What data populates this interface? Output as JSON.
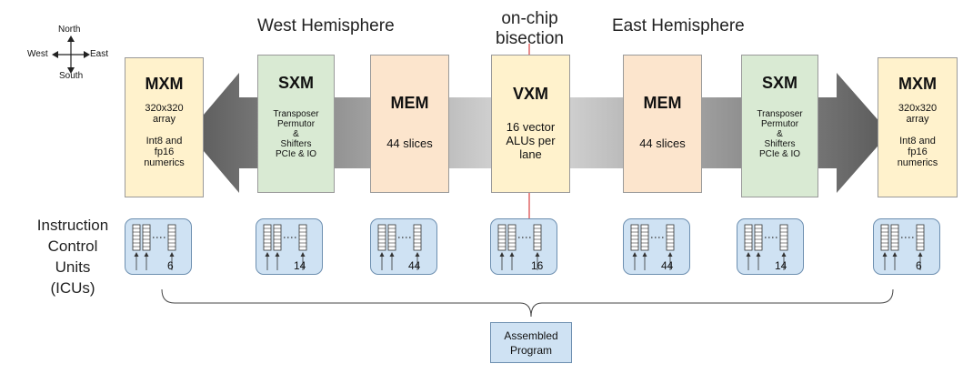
{
  "compass": {
    "north": "North",
    "south": "South",
    "west": "West",
    "east": "East"
  },
  "headers": {
    "west": "West Hemisphere",
    "east": "East Hemisphere",
    "bisection_line1": "on-chip",
    "bisection_line2": "bisection"
  },
  "icu_label": {
    "line1": "Instruction",
    "line2": "Control",
    "line3": "Units",
    "line4": "(ICUs)"
  },
  "blocks": {
    "mxm_west": {
      "title": "MXM",
      "l1": "320x320",
      "l2": "array",
      "l3": "Int8 and",
      "l4": "fp16",
      "l5": "numerics"
    },
    "sxm_west": {
      "title": "SXM",
      "l1": "Transposer",
      "l2": "Permutor",
      "l3": "&",
      "l4": "Shifters",
      "l5": "PCIe & IO"
    },
    "mem_west": {
      "title": "MEM",
      "l1": "44 slices"
    },
    "vxm": {
      "title": "VXM",
      "l1": "16 vector",
      "l2": "ALUs per",
      "l3": "lane"
    },
    "mem_east": {
      "title": "MEM",
      "l1": "44 slices"
    },
    "sxm_east": {
      "title": "SXM",
      "l1": "Transposer",
      "l2": "Permutor",
      "l3": "&",
      "l4": "Shifters",
      "l5": "PCIe & IO"
    },
    "mxm_east": {
      "title": "MXM",
      "l1": "320x320",
      "l2": "array",
      "l3": "Int8 and",
      "l4": "fp16",
      "l5": "numerics"
    }
  },
  "icu_counts": [
    "6",
    "14",
    "44",
    "16",
    "44",
    "14",
    "6"
  ],
  "assembled_program": {
    "line1": "Assembled",
    "line2": "Program"
  },
  "colors": {
    "mxm": "#fff2cc",
    "sxm": "#d9ead3",
    "mem": "#fce5cd",
    "vxm": "#fff2cc",
    "icu": "#cfe2f3",
    "arrow": "#7a7a7a",
    "bisection": "#e06666"
  }
}
